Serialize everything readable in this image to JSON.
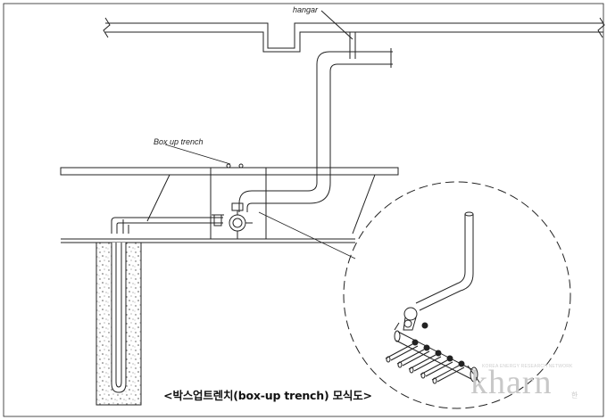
{
  "labels": {
    "hangar": "hangar",
    "box_up_trench": "Box up trench"
  },
  "caption": "<박스업트렌치(box-up trench) 모식도>",
  "watermark": {
    "main": "kharn",
    "side": "한",
    "tiny": "KOREA ENERGY RESEARCH NETWORK"
  }
}
